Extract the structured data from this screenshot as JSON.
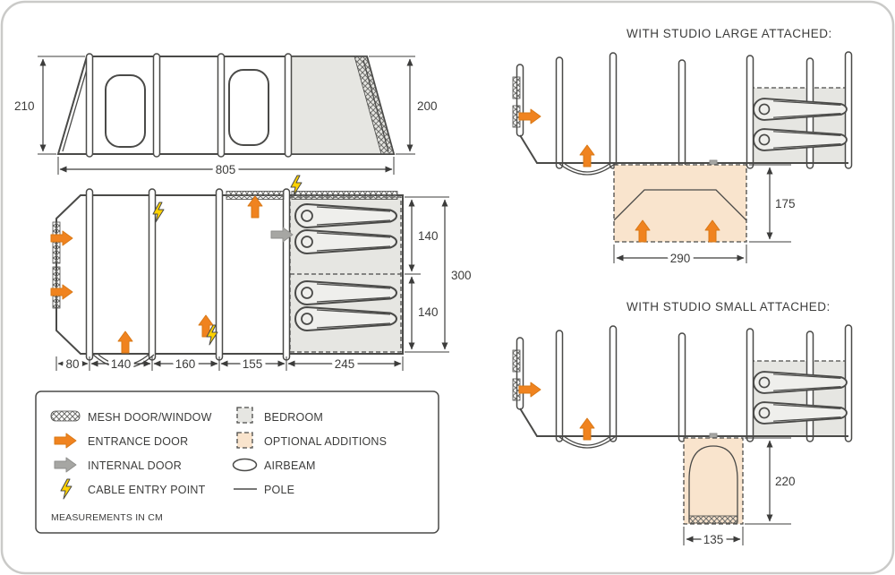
{
  "side_view": {
    "height_left": "210",
    "height_right": "200",
    "length": "805"
  },
  "floorplan": {
    "bed_top": "140",
    "bed_bottom": "140",
    "width_total": "300",
    "segments": [
      "80",
      "140",
      "160",
      "155",
      "245"
    ]
  },
  "legend": {
    "mesh": "MESH DOOR/WINDOW",
    "entrance": "ENTRANCE DOOR",
    "internal": "INTERNAL DOOR",
    "cable": "CABLE ENTRY POINT",
    "bedroom": "BEDROOM",
    "optional": "OPTIONAL ADDITIONS",
    "airbeam": "AIRBEAM",
    "pole": "POLE",
    "note": "MEASUREMENTS IN CM"
  },
  "studio_large": {
    "title": "WITH STUDIO LARGE ATTACHED:",
    "depth": "175",
    "width": "290"
  },
  "studio_small": {
    "title": "WITH STUDIO SMALL ATTACHED:",
    "depth": "220",
    "width": "135"
  },
  "colors": {
    "entrance": "#f0831f",
    "internal": "#a6a6a3",
    "bedroom_fill": "#e6e6e2",
    "optional_fill": "#f9e4cd",
    "bolt": "#ffd200",
    "line": "#4a4a48"
  }
}
